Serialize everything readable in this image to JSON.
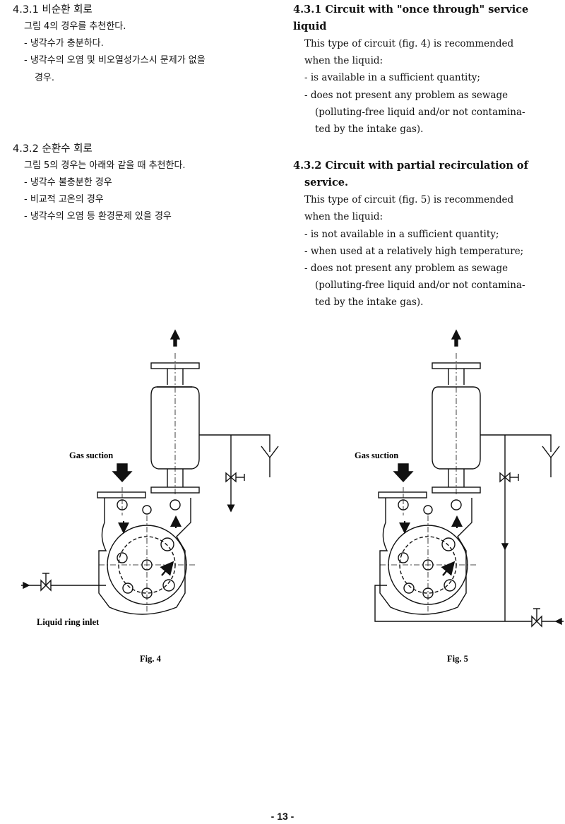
{
  "korean": {
    "s1_title": "4.3.1 비순환 회로",
    "s1_lines": [
      "그림 4의 경우를 추천한다.",
      "- 냉각수가 충분하다.",
      "- 냉각수의 오염 및 비오열성가스시 문제가 없을",
      "경우."
    ],
    "s2_title": "4.3.2 순환수 회로",
    "s2_lines": [
      "그림 5의 경우는 아래와 같을 때 추천한다.",
      "- 냉각수 불충분한 경우",
      "- 비교적 고온의 경우",
      "- 냉각수의 오염 등 환경문제 있을 경우"
    ]
  },
  "english": {
    "s1_title": "4.3.1 Circuit with \"once through\" service liquid",
    "s1_lines": [
      "This type of circuit (fig. 4) is recommended",
      "when the liquid:",
      "- is available in a sufficient quantity;",
      "- does not present any problem as sewage",
      "(polluting-free liquid and/or not contamina-",
      "ted by the intake gas)."
    ],
    "s2_title": "4.3.2 Circuit with partial recirculation of",
    "s2_title_cont": "service.",
    "s2_lines": [
      "This type of circuit (fig. 5) is recommended",
      "when the liquid:",
      "- is not available in a sufficient quantity;",
      "- when used at a relatively high temperature;",
      "- does not present any problem as sewage",
      "(polluting-free liquid and/or not contamina-",
      "ted by the intake gas)."
    ]
  },
  "figures": {
    "fig4": {
      "gas_label": "Gas suction",
      "inlet_label": "Liquid ring inlet",
      "caption": "Fig. 4"
    },
    "fig5": {
      "gas_label": "Gas suction",
      "caption": "Fig. 5"
    }
  },
  "page_number": "- 13 -"
}
